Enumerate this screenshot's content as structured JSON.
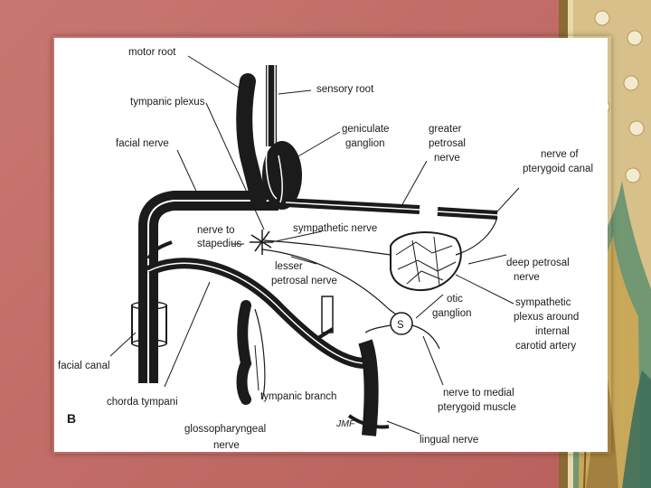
{
  "colors": {
    "slide_background": "#c46a64",
    "panel": "#ffffff",
    "ink": "#1b1b1b",
    "ornament_gold": "#c9a85a",
    "ornament_teal": "#5f8f6e"
  },
  "figure_letter": "B",
  "signature": "JMF",
  "labels": {
    "motor_root": "motor root",
    "sensory_root": "sensory root",
    "tympanic_plexus": "tympanic plexus",
    "facial_nerve": "facial nerve",
    "geniculate_line1": "geniculate",
    "geniculate_line2": "ganglion",
    "greater_petrosal_line1": "greater",
    "greater_petrosal_line2": "petrosal",
    "greater_petrosal_line3": "nerve",
    "pterygoid_canal_line1": "nerve of",
    "pterygoid_canal_line2": "pterygoid canal",
    "nerve_to_stapedius_line1": "nerve to",
    "nerve_to_stapedius_line2": "stapedius",
    "sympathetic_nerve": "sympathetic nerve",
    "lesser_petrosal_line1": "lesser",
    "lesser_petrosal_line2": "petrosal nerve",
    "deep_petrosal_line1": "deep petrosal",
    "deep_petrosal_line2": "nerve",
    "otic_line1": "otic",
    "otic_line2": "ganglion",
    "sympathetic_plexus_line1": "sympathetic",
    "sympathetic_plexus_line2": "plexus around",
    "sympathetic_plexus_line3": "internal",
    "sympathetic_plexus_line4": "carotid artery",
    "facial_canal": "facial canal",
    "chorda_tympani": "chorda tympani",
    "tympanic_branch": "tympanic branch",
    "glossopharyngeal_line1": "glossopharyngeal",
    "glossopharyngeal_line2": "nerve",
    "nerve_medial_pterygoid_line1": "nerve to medial",
    "nerve_medial_pterygoid_line2": "pterygoid muscle",
    "lingual_nerve": "lingual nerve",
    "otic_symbol": "S"
  }
}
